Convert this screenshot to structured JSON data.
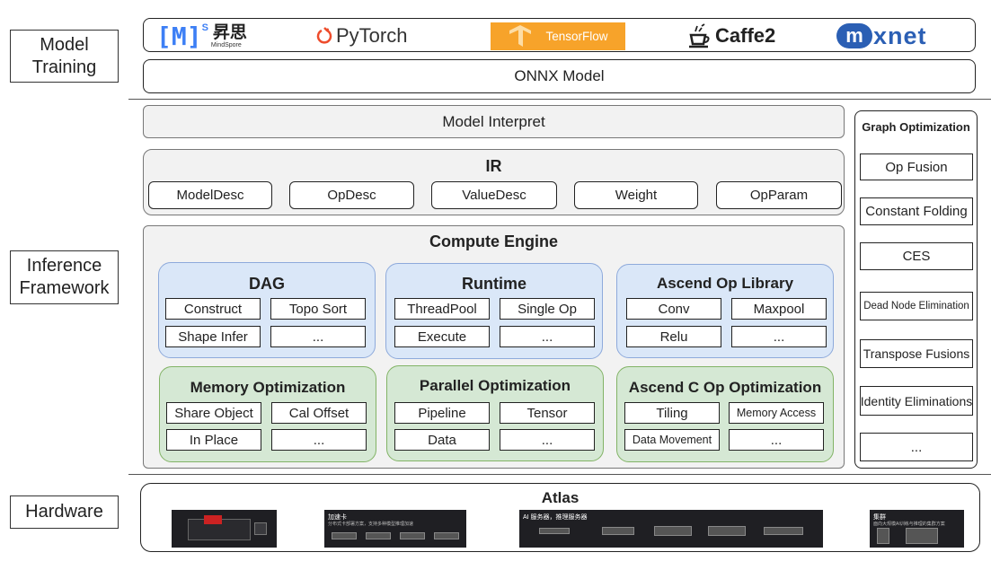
{
  "layers": {
    "training": "Model\nTraining",
    "inference": "Inference\nFramework",
    "hardware": "Hardware"
  },
  "frameworks": {
    "mindspore": {
      "mark": "[M]",
      "sup": "S",
      "cn": "昇思",
      "sub": "MindSpore"
    },
    "pytorch": "PyTorch",
    "tensorflow": "TensorFlow",
    "caffe2": "Caffe2",
    "mxnet_m": "m",
    "mxnet_rest": "xnet"
  },
  "onnx_model": "ONNX Model",
  "model_interpret": "Model Interpret",
  "ir": {
    "title": "IR",
    "items": [
      "ModelDesc",
      "OpDesc",
      "ValueDesc",
      "Weight",
      "OpParam"
    ]
  },
  "compute_engine": {
    "title": "Compute Engine",
    "dag": {
      "title": "DAG",
      "cells": [
        "Construct",
        "Topo Sort",
        "Shape Infer",
        "..."
      ]
    },
    "runtime": {
      "title": "Runtime",
      "cells": [
        "ThreadPool",
        "Single Op",
        "Execute",
        "..."
      ]
    },
    "ascend_op": {
      "title": "Ascend Op Library",
      "cells": [
        "Conv",
        "Maxpool",
        "Relu",
        "..."
      ]
    },
    "memory_opt": {
      "title": "Memory Optimization",
      "cells": [
        "Share Object",
        "Cal Offset",
        "In Place",
        "..."
      ]
    },
    "parallel_opt": {
      "title": "Parallel Optimization",
      "cells": [
        "Pipeline",
        "Tensor",
        "Data",
        "..."
      ]
    },
    "ascend_c_opt": {
      "title": "Ascend C Op Optimization",
      "cells": [
        "Tiling",
        "Memory Access",
        "Data Movement",
        "..."
      ]
    }
  },
  "graph_optimization": {
    "title": "Graph Optimization",
    "items": [
      "Op Fusion",
      "Constant Folding",
      "CES",
      "Dead Node Elimination",
      "Transpose Fusions",
      "Identity Eliminations",
      "..."
    ]
  },
  "hardware": {
    "title": "Atlas",
    "thumb_card": {
      "title": "加速卡",
      "sub": "分布式卡部署方案，支持多种模型推理加速"
    },
    "thumb_server": {
      "title": "AI 服务器，推理服务器"
    },
    "thumb_cluster": {
      "title": "集群",
      "sub": "面向大规模AI训练与推理的集群方案"
    }
  },
  "colors": {
    "blue_fill": "#dae7f8",
    "blue_border": "#8eaadb",
    "green_fill": "#d5e8d4",
    "green_border": "#82b366",
    "grey_fill": "#f2f2f2",
    "tensorflow_orange": "#f7a32a",
    "mxnet_blue": "#2b5fb4",
    "mindspore_blue": "#3d7ff5",
    "pytorch_red": "#ee4c2c"
  }
}
